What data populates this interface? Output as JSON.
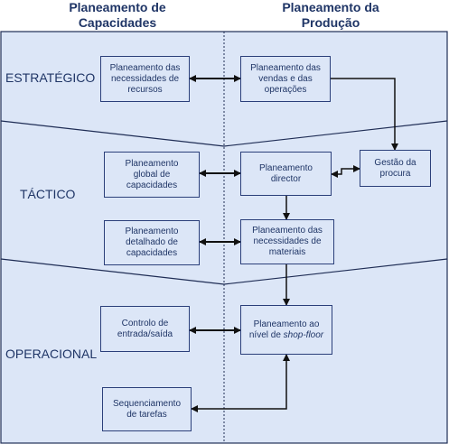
{
  "headers": {
    "left": [
      "Planeamento de",
      "Capacidades"
    ],
    "right": [
      "Planeamento da",
      "Produção"
    ]
  },
  "levels": {
    "strategic": "ESTRATÉGICO",
    "tactical": "TÁCTICO",
    "operational": "OPERACIONAL"
  },
  "boxes": {
    "resources": [
      "Planeamento das",
      "necessidades de",
      "recursos"
    ],
    "sales_ops": [
      "Planeamento das",
      "vendas e das",
      "operações"
    ],
    "global_capacity": [
      "Planeamento",
      "global de",
      "capacidades"
    ],
    "director": [
      "Planeamento",
      "director"
    ],
    "demand": [
      "Gestão da",
      "procura"
    ],
    "detailed_capacity": [
      "Planeamento",
      "detalhado de",
      "capacidades"
    ],
    "materials": [
      "Planeamento das",
      "necessidades de",
      "materiais"
    ],
    "io_control": [
      "Controlo de",
      "entrada/saída"
    ],
    "shopfloor": {
      "line1": "Planeamento ao",
      "line2_prefix": "nível de ",
      "line2_italic": "shop-floor"
    },
    "sequencing": [
      "Sequenciamento",
      "de tarefas"
    ]
  },
  "colors": {
    "background": "#dce6f7",
    "border": "#2b3f7a",
    "text": "#1f3566",
    "arrow": "#111111"
  }
}
